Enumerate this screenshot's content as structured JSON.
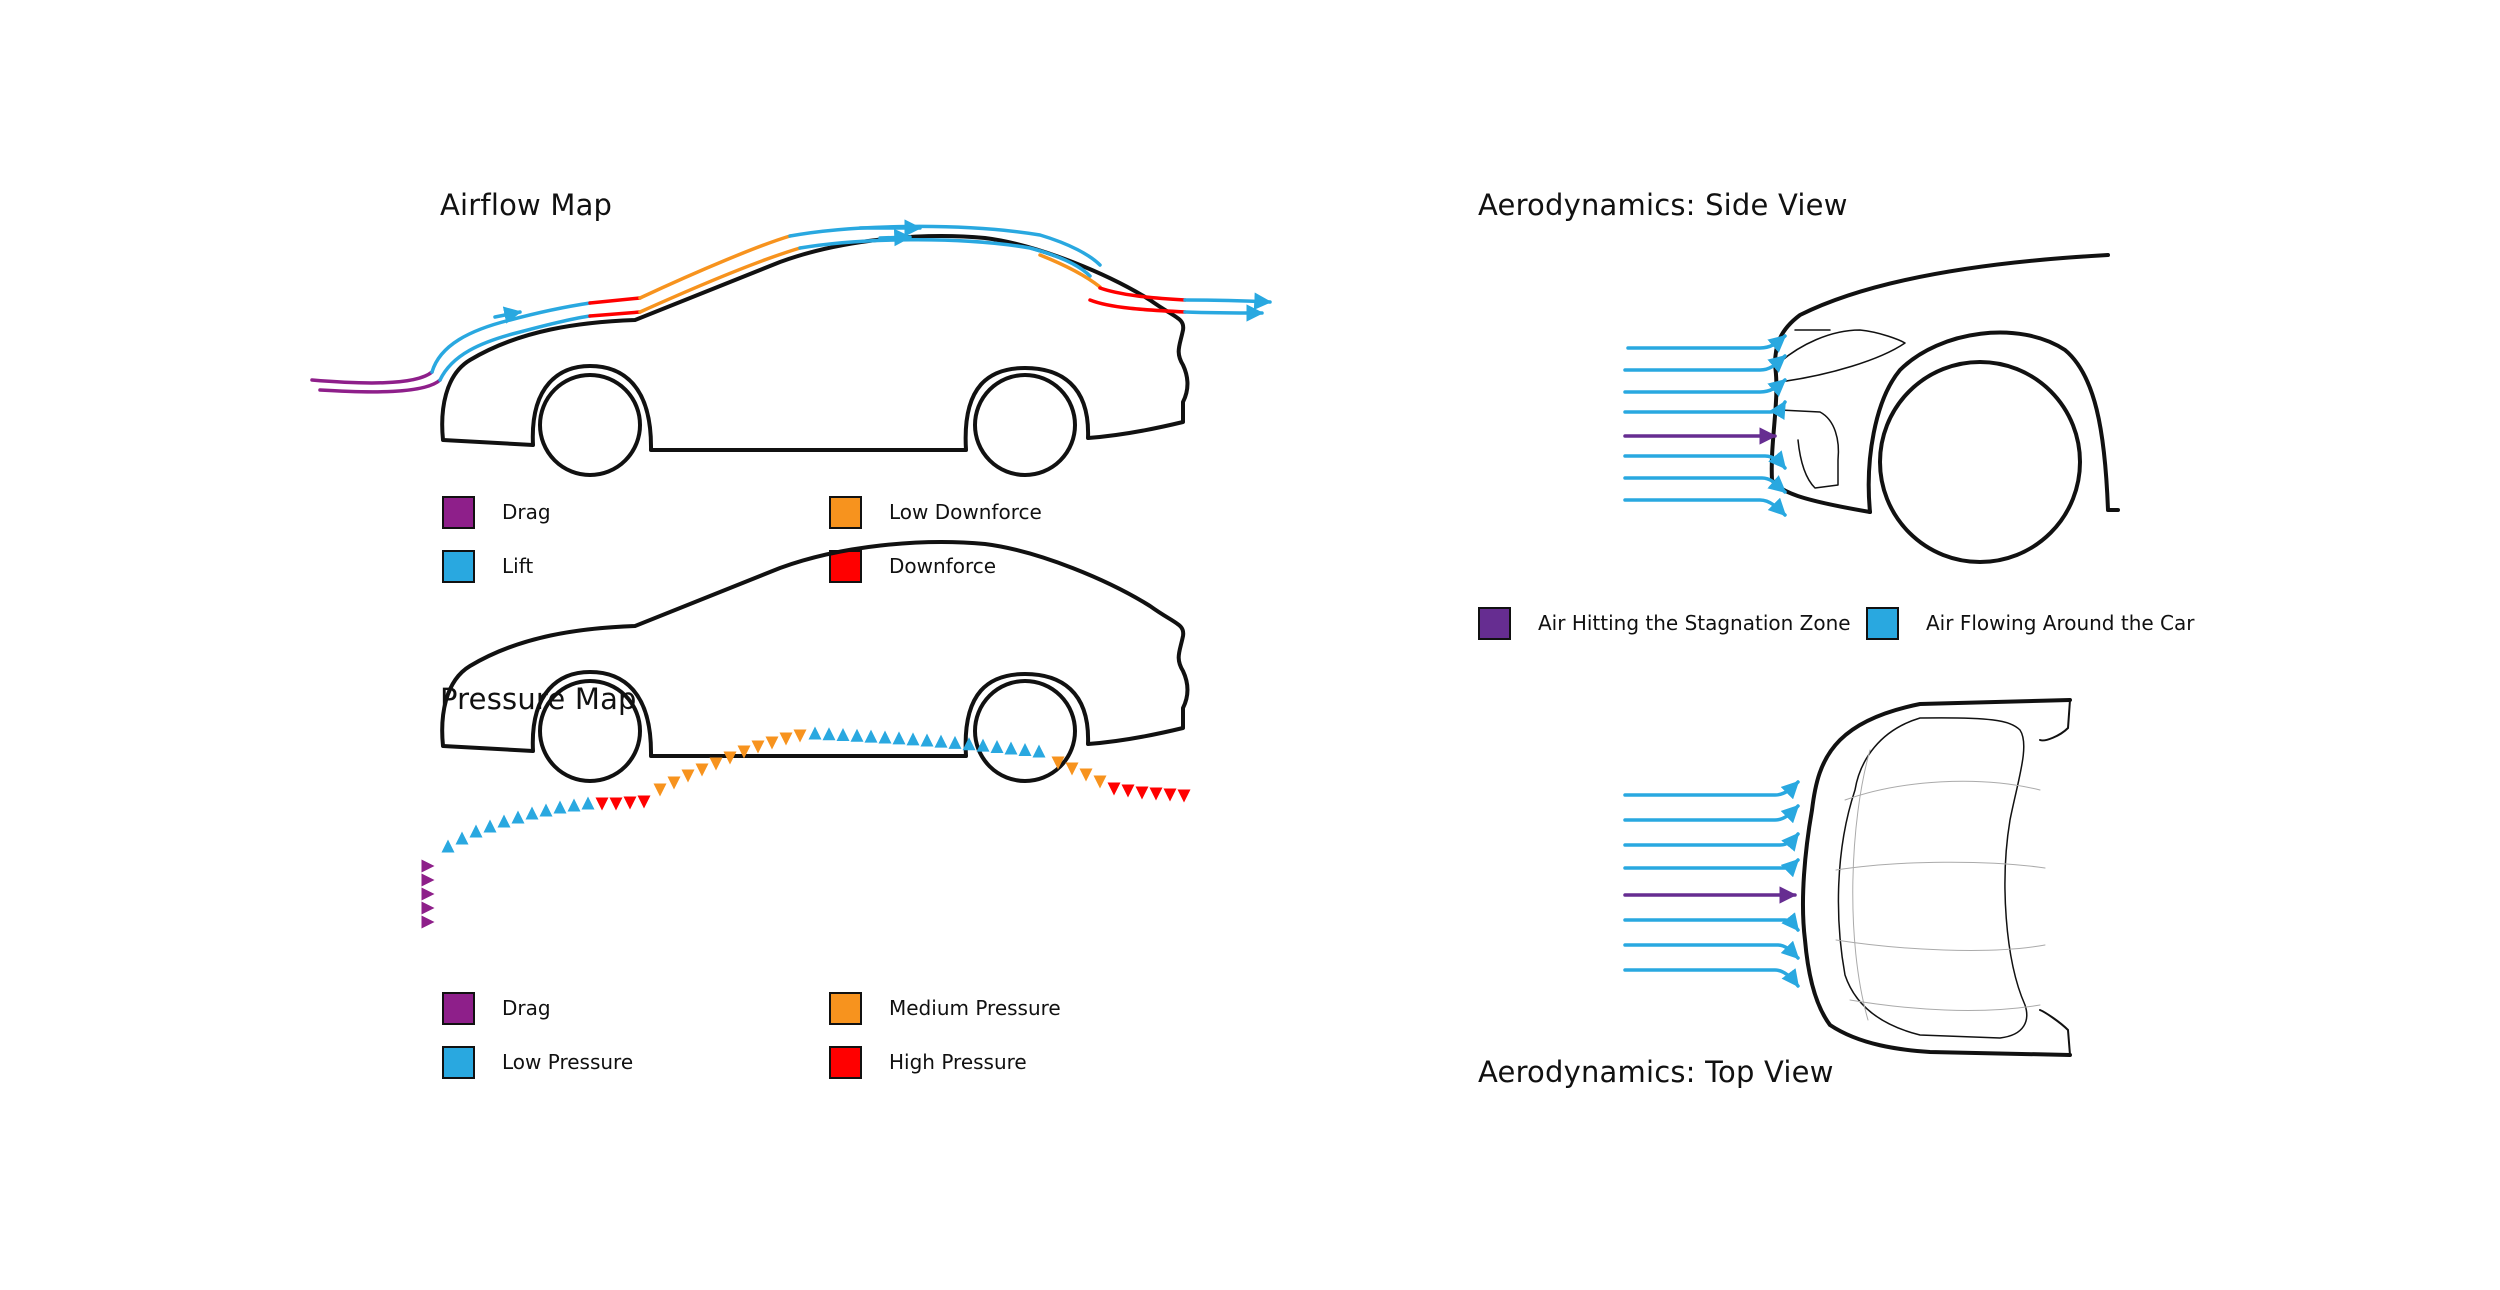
{
  "colors": {
    "drag": "#8e1f8a",
    "lift": "#29a8e0",
    "low_downforce": "#f7931e",
    "downforce": "#ff0000",
    "stagnation": "#662d91",
    "outline": "#111111"
  },
  "airflow_map": {
    "title": "Airflow Map",
    "legend": [
      {
        "label": "Drag",
        "color": "#8e1f8a"
      },
      {
        "label": "Low Downforce",
        "color": "#f7931e"
      },
      {
        "label": "Lift",
        "color": "#29a8e0"
      },
      {
        "label": "Downforce",
        "color": "#ff0000"
      }
    ]
  },
  "pressure_map": {
    "title": "Pressure Map",
    "legend": [
      {
        "label": "Drag",
        "color": "#8e1f8a"
      },
      {
        "label": "Medium Pressure",
        "color": "#f7931e"
      },
      {
        "label": "Low Pressure",
        "color": "#29a8e0"
      },
      {
        "label": "High Pressure",
        "color": "#ff0000"
      }
    ]
  },
  "side_view": {
    "title": "Aerodynamics: Side View",
    "legend": [
      {
        "label": "Air Hitting the Stagnation Zone",
        "color": "#662d91"
      },
      {
        "label": "Air Flowing Around the Car",
        "color": "#29a8e0"
      }
    ]
  },
  "top_view": {
    "title": "Aerodynamics: Top View"
  }
}
